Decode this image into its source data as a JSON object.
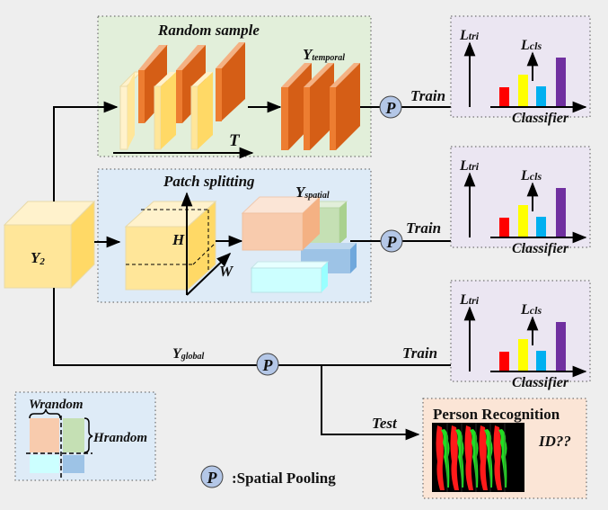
{
  "temporal_branch": {
    "title": "Random sample",
    "axis_label": "T",
    "output_label_main": "Y",
    "output_label_sub": "temporal",
    "train_label": "Train"
  },
  "spatial_branch": {
    "title": "Patch splitting",
    "axis_h": "H",
    "axis_w": "W",
    "output_label_main": "Y",
    "output_label_sub": "spatial",
    "train_label": "Train"
  },
  "global_branch": {
    "label_main": "Y",
    "label_sub": "global",
    "train_label": "Train",
    "test_label": "Test"
  },
  "input": {
    "label_main": "Y",
    "label_sub": "2"
  },
  "loss_panel": {
    "ltri_main": "L",
    "ltri_sub": "tri",
    "lcls_main": "L",
    "lcls_sub": "cls",
    "classifier_label": "Classifier",
    "bar_colors": [
      "#ff0000",
      "#ffff00",
      "#00b0f0",
      "#7030a0"
    ]
  },
  "pooling": {
    "symbol": "P",
    "legend_text": ":Spatial Pooling"
  },
  "recognition": {
    "title": "Person Recognition",
    "id_text": "ID??"
  },
  "random_legend": {
    "w_label": "Wrandom",
    "h_label": "Hrandom"
  }
}
